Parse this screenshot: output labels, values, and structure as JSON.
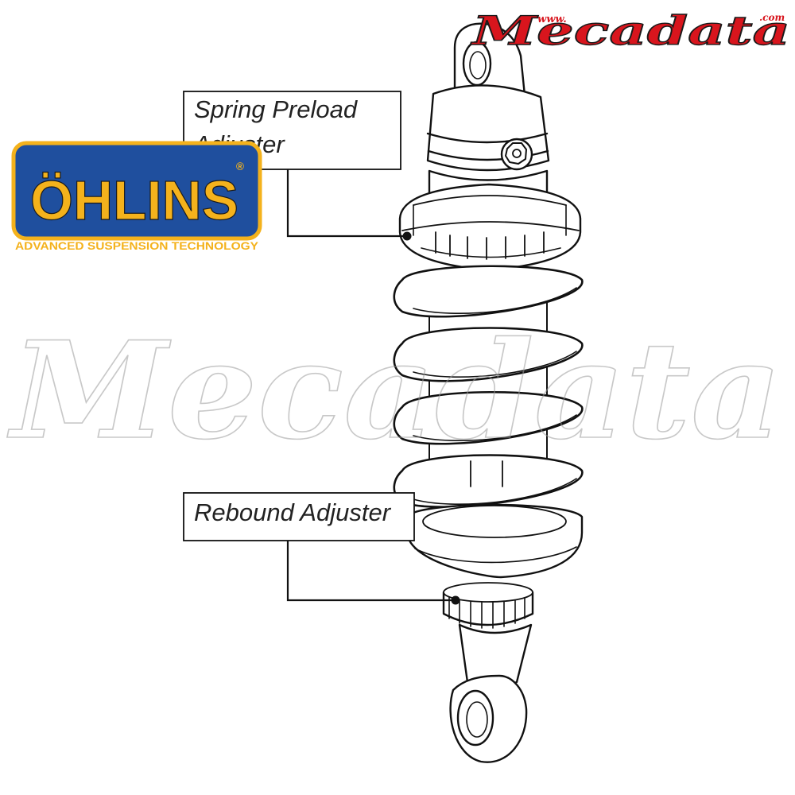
{
  "callouts": {
    "spring_preload": {
      "line1": "Spring Preload",
      "line2": "Adjuster"
    },
    "rebound": {
      "line1": "Rebound Adjuster"
    }
  },
  "ohlins_logo": {
    "wordmark": "ÖHLINS",
    "registered": "®",
    "tagline": "ADVANCED SUSPENSION TECHNOLOGY"
  },
  "mecadata_logo": {
    "wordmark": "Mecadata",
    "prefix": "www.",
    "suffix": ".com"
  },
  "watermark": {
    "text": "Mecadata"
  },
  "colors": {
    "ohlins_blue": "#1f4f9e",
    "ohlins_gold": "#f4b21c",
    "mecadata_red": "#d8151d",
    "line": "#111111"
  }
}
